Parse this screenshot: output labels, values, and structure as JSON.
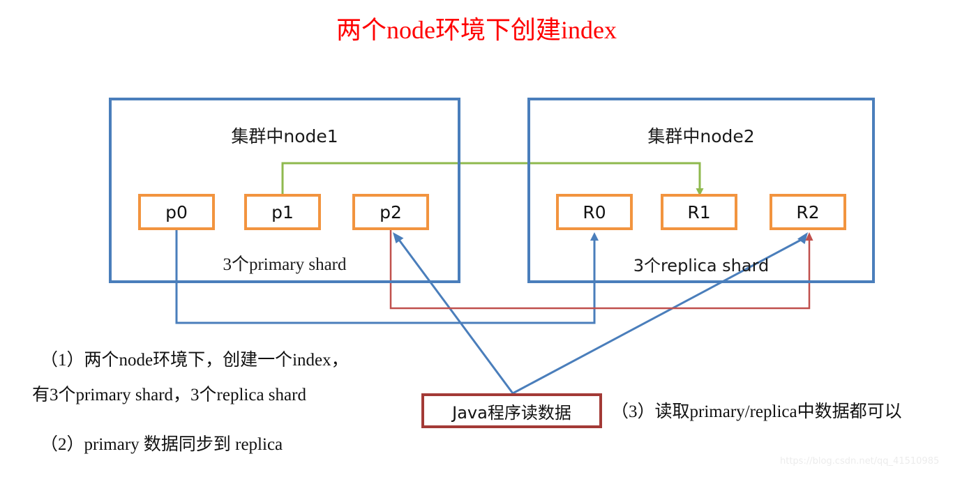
{
  "title": "两个node环境下创建index",
  "colors": {
    "title_red": "#ff0000",
    "node_border_blue": "#4a7ebb",
    "shard_border_orange": "#f2943f",
    "java_border_red": "#a33a36",
    "sync_arrow_green": "#8fb94e",
    "read_arrow_blue": "#4a7ebb",
    "replica_arrow_red": "#c0504d",
    "watermark_gray": "#ececec"
  },
  "nodes": [
    {
      "id": "node1",
      "title": "集群中node1",
      "caption": "3个primary  shard",
      "shards": [
        {
          "label": "p0"
        },
        {
          "label": "p1"
        },
        {
          "label": "p2"
        }
      ]
    },
    {
      "id": "node2",
      "title": "集群中node2",
      "caption": "3个replica shard",
      "shards": [
        {
          "label": "R0"
        },
        {
          "label": "R1"
        },
        {
          "label": "R2"
        }
      ]
    }
  ],
  "java_client": {
    "label": "Java程序读数据"
  },
  "notes": {
    "note1_line1": "（1）两个node环境下，创建一个index，",
    "note1_line2": "有3个primary  shard，3个replica  shard",
    "note2": "（2）primary  数据同步到 replica",
    "note3": "（3）读取primary/replica中数据都可以"
  },
  "watermark": "https://blog.csdn.net/qq_41510985"
}
